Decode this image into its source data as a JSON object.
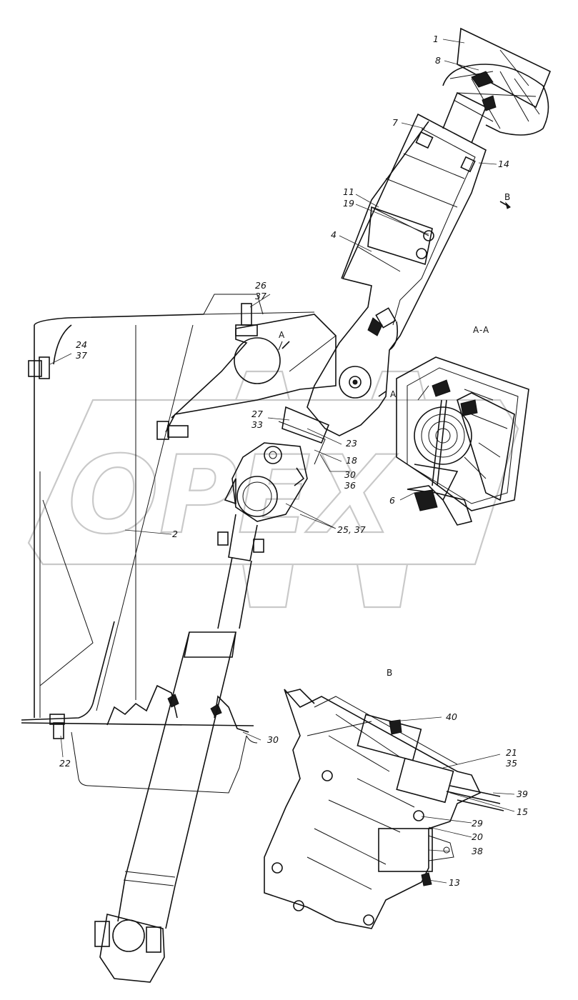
{
  "watermark": {
    "text": "OPEX"
  },
  "sections": {
    "aa_title": "A-A",
    "b_title": "B",
    "marker_a_upper": "A",
    "marker_a_lower": "A",
    "view_b_arrow": "B"
  },
  "callouts": {
    "c1": "1",
    "c8": "8",
    "c7": "7",
    "c14": "14",
    "c11": "11",
    "c19": "19",
    "c4": "4",
    "c26": "26",
    "c37a": "37",
    "c24": "24",
    "c37b": "37",
    "c27": "27",
    "c33": "33",
    "c23": "23",
    "c18": "18",
    "c30a": "30",
    "c36": "36",
    "c6": "6",
    "c2": "2",
    "c2537": "25, 37",
    "c22": "22",
    "c30b": "30",
    "c40": "40",
    "c21": "21",
    "c35": "35",
    "c39": "39",
    "c15": "15",
    "c29": "29",
    "c20": "20",
    "c38": "38",
    "c13": "13"
  }
}
